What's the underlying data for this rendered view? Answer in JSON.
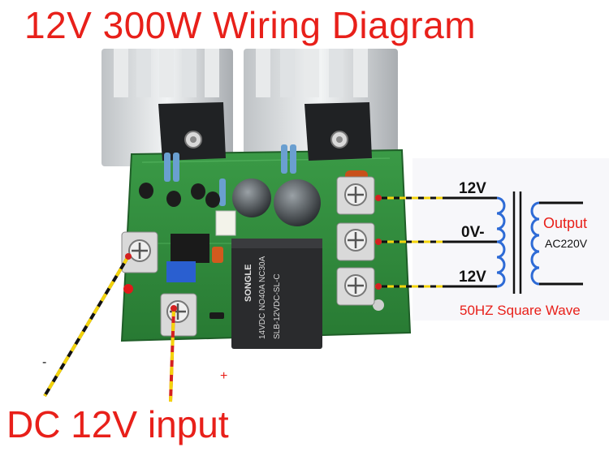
{
  "title": "12V 300W Wiring Diagram",
  "input_label": "DC 12V input",
  "terminals": [
    {
      "label": "12V"
    },
    {
      "label": "0V-"
    },
    {
      "label": "12V"
    }
  ],
  "output_label": "Output",
  "output_voltage": "AC220V",
  "wave_label": "50HZ Square Wave",
  "input_polarity": {
    "negative": "-",
    "positive": "+"
  },
  "relay": {
    "brand": "SONGLE",
    "line1": "14VDC NO40A NC30A",
    "line2": "SLB-12VDC-SL-C"
  },
  "colors": {
    "title_red": "#e8201a",
    "wire_yellow": "#f4d40c",
    "coil_blue": "#2e6bd6",
    "pcb_green": "#2f8f3c",
    "red_wire": "#d42020"
  }
}
